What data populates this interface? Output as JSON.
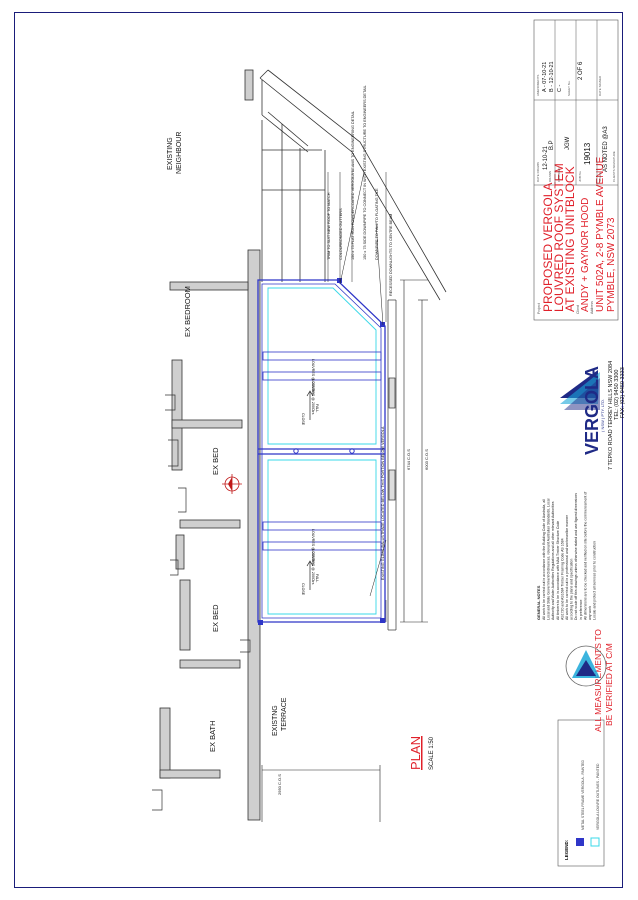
{
  "colors": {
    "accent_red": "#e0202a",
    "brand_blue": "#1f2a86",
    "member_blue": "#2f36c8",
    "louvre_cyan": "#38d8e8",
    "line": "#222222",
    "logo_blue": "#1aa7d8"
  },
  "rooms": {
    "ex_bath": "EX BATH",
    "existing_terrace_1": "EXISTNG",
    "existing_terrace_2": "TERRACE",
    "ex_bed_left": "EX BED",
    "ex_bed_mid": "EX BED",
    "ex_bedroom": "EX BEDROOM",
    "existing_neighbour_1": "EXISTING",
    "existing_neighbour_2": "NEIGHBOUR"
  },
  "dimensions": {
    "width_2950": "2950 C.O.S",
    "width_6744": "6744 C.O.S",
    "width_6003": "6003 C.O.S"
  },
  "louvres": {
    "l1": "LOUVRES @ 200Ctrs",
    "l2": "LOUVRES @ 200Ctrs",
    "l3": "LOUVRES @ 200Ctrs",
    "l4": "LOUVRES @ 200Ctrs",
    "close_1": "CLOSE",
    "close_2": "CLOSE",
    "fall_1": "FALL",
    "fall_2": "FALL"
  },
  "notes": {
    "n1": "TRIM TO SUIT NEW ROOF TO MATCH",
    "n2": "COLOURBONDED GUTTERS",
    "n3": "150 x 75 FLAT RUN POWDERCOATED VERGOLA BEAMS TO ENGINEERING DETAIL",
    "n4": "150 x 75 SIDE DOWNPIPE TO CONNECT IN WITH EXISTING STRUCTURE TO ENGINEERS DETAIL",
    "n5": "DOWNPIPE TO FALL TO FLOATING TILE",
    "n6": "RECESSED DOWNLIGHTS TO CENTRE BEAM",
    "n7": "EXISTING GLASS BALUSTRADE LOCATED BELOW THIS PORTION BELOW VERGOLA"
  },
  "plan": {
    "title": "PLAN",
    "scale": "SCALE 1:50"
  },
  "legend": {
    "title": "LEGEND:",
    "item1": "METAL STEEL FRAME VERGOLA - PAINTED",
    "item2": "VERGOLA LOUVRE OUTLINES - PAINTED"
  },
  "measurement_note": {
    "line1": "ALL MEASUREMENTS TO",
    "line2": "BE VERIFIED AT C/M"
  },
  "general_notes": {
    "title": "GENERAL NOTES",
    "lines": [
      "All work to be carried out in accordance with the Building Code of Australia, all",
      "Local and State Government Ordinances, relevant Australian Standards, Local",
      "Authority and Water Authorities Regulations and all other relevant Authorities",
      "All timbers to be in accordance with NAA Timber Structure Code",
      "AS1720 and AS1684 Timber Framing Code AS 1684",
      "All work to be carried out in a professional and workmanlike manner",
      "according to the plans and specification",
      "Do not scale off this drawings unless otherwise stated and use figured dimensions",
      "in preference",
      "All dimensions are to be checked and verified on site before the commencement of",
      "any work",
      "Locate and protect all services prior to construction"
    ]
  },
  "company": {
    "name": "VERGOLA",
    "sub": "( NSW ) PTY. LTD.",
    "address": "7 TEPKO ROAD   TERREY HILLS NSW 2084",
    "tel": "TEL: (02) 9450 3300",
    "fax": "FAX: (02) 9450 3333"
  },
  "project": {
    "label": "Project",
    "line1": "PROPOSED VERGOLA",
    "line2": "LOUVRED ROOF SYSTEM",
    "line3": "AT EXISTING UNITBLOCK",
    "client_label": "Client",
    "client": "ANDY + GAYNOR HOOD",
    "address_label": "Address",
    "address1": "UNIT 502A, 2-8 PYMBLE AVENUE",
    "address2": "PYMBLE, NSW 2073"
  },
  "titleblock": {
    "date_label": "DATE DRAWN",
    "date": "12-10-21",
    "drawn_label": "DRAWN",
    "drawn": "B.P",
    "checked_label": "CHECKED",
    "checked": "JGW",
    "job_label": "JOB No.",
    "job": "19013",
    "scale_label": "SCALE",
    "scale": "AS NOTED @A3",
    "client_sig_label": "CLIENTS SIGNATURE",
    "amend_label": "AMENDMENTS",
    "rev_a": "A - 07-10-21",
    "rev_b": "B - 12-10-21",
    "rev_c": "C -",
    "sheet_label": "SHEET No.",
    "sheet": "2 OF 6",
    "date_sign_label": "DATE SIGNED"
  }
}
